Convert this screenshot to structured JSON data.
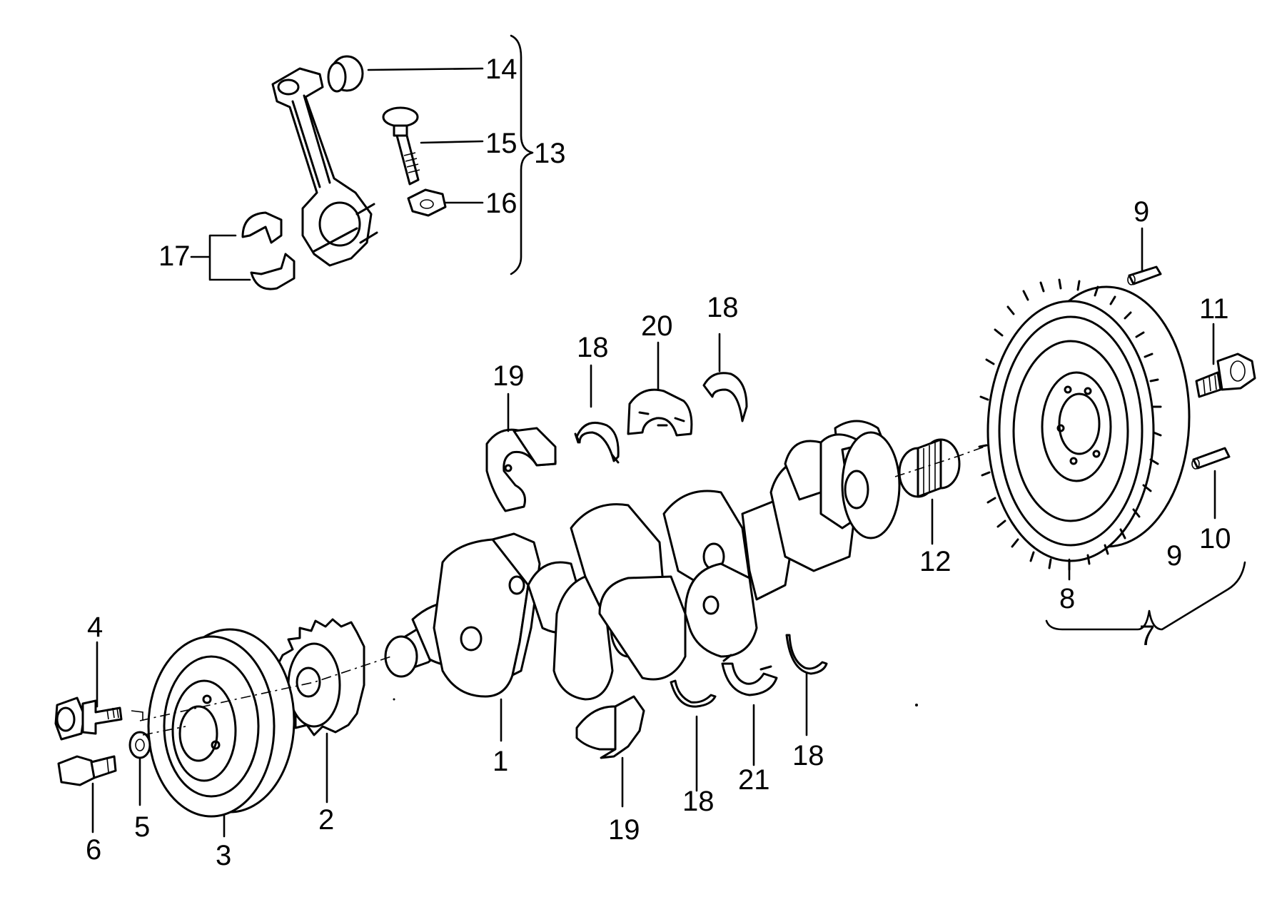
{
  "diagram": {
    "labels": {
      "l1": "1",
      "l2": "2",
      "l3": "3",
      "l4": "4",
      "l5": "5",
      "l6": "6",
      "l7": "7",
      "l8": "8",
      "l9a": "9",
      "l9b": "9",
      "l10": "10",
      "l11": "11",
      "l12": "12",
      "l13": "13",
      "l14": "14",
      "l15": "15",
      "l16": "16",
      "l17": "17",
      "l18a": "18",
      "l18b": "18",
      "l18c": "18",
      "l18d": "18",
      "l19a": "19",
      "l19b": "19",
      "l20": "20",
      "l21": "21"
    }
  }
}
